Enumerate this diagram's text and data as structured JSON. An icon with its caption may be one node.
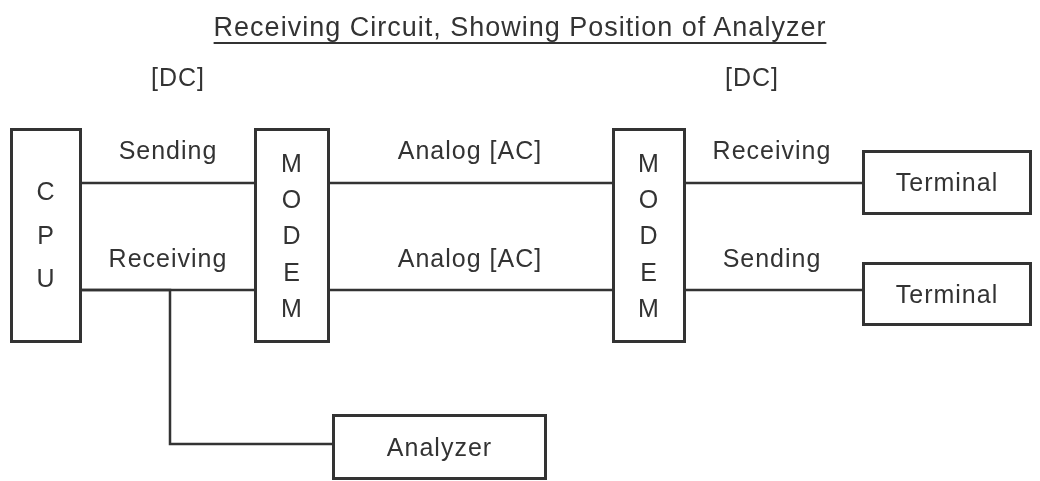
{
  "diagram": {
    "title": "Receiving Circuit, Showing Position of Analyzer",
    "nodes": [
      {
        "text": [
          "CPU"
        ]
      },
      {
        "text": [
          "MODEM"
        ]
      },
      {
        "text": [
          "MODEM"
        ]
      },
      {
        "text": [
          "Terminal"
        ]
      },
      {
        "text": [
          "Terminal"
        ]
      },
      {
        "text": [
          "Analyzer"
        ]
      }
    ],
    "edges": [
      {
        "from": 0,
        "to": 1,
        "arrow": "none",
        "label": "Sending"
      },
      {
        "from": 0,
        "to": 1,
        "arrow": "none",
        "label": "Receiving"
      },
      {
        "from": 1,
        "to": 2,
        "arrow": "none",
        "label": "Analog [AC]"
      },
      {
        "from": 1,
        "to": 2,
        "arrow": "none",
        "label": "Analog [AC]"
      },
      {
        "from": 2,
        "to": 3,
        "arrow": "none",
        "label": "Receiving"
      },
      {
        "from": 2,
        "to": 4,
        "arrow": "none",
        "label": "Sending"
      },
      {
        "from": 0,
        "to": 5,
        "arrow": "none"
      }
    ],
    "labels": [
      "[DC]",
      "[DC]"
    ]
  }
}
